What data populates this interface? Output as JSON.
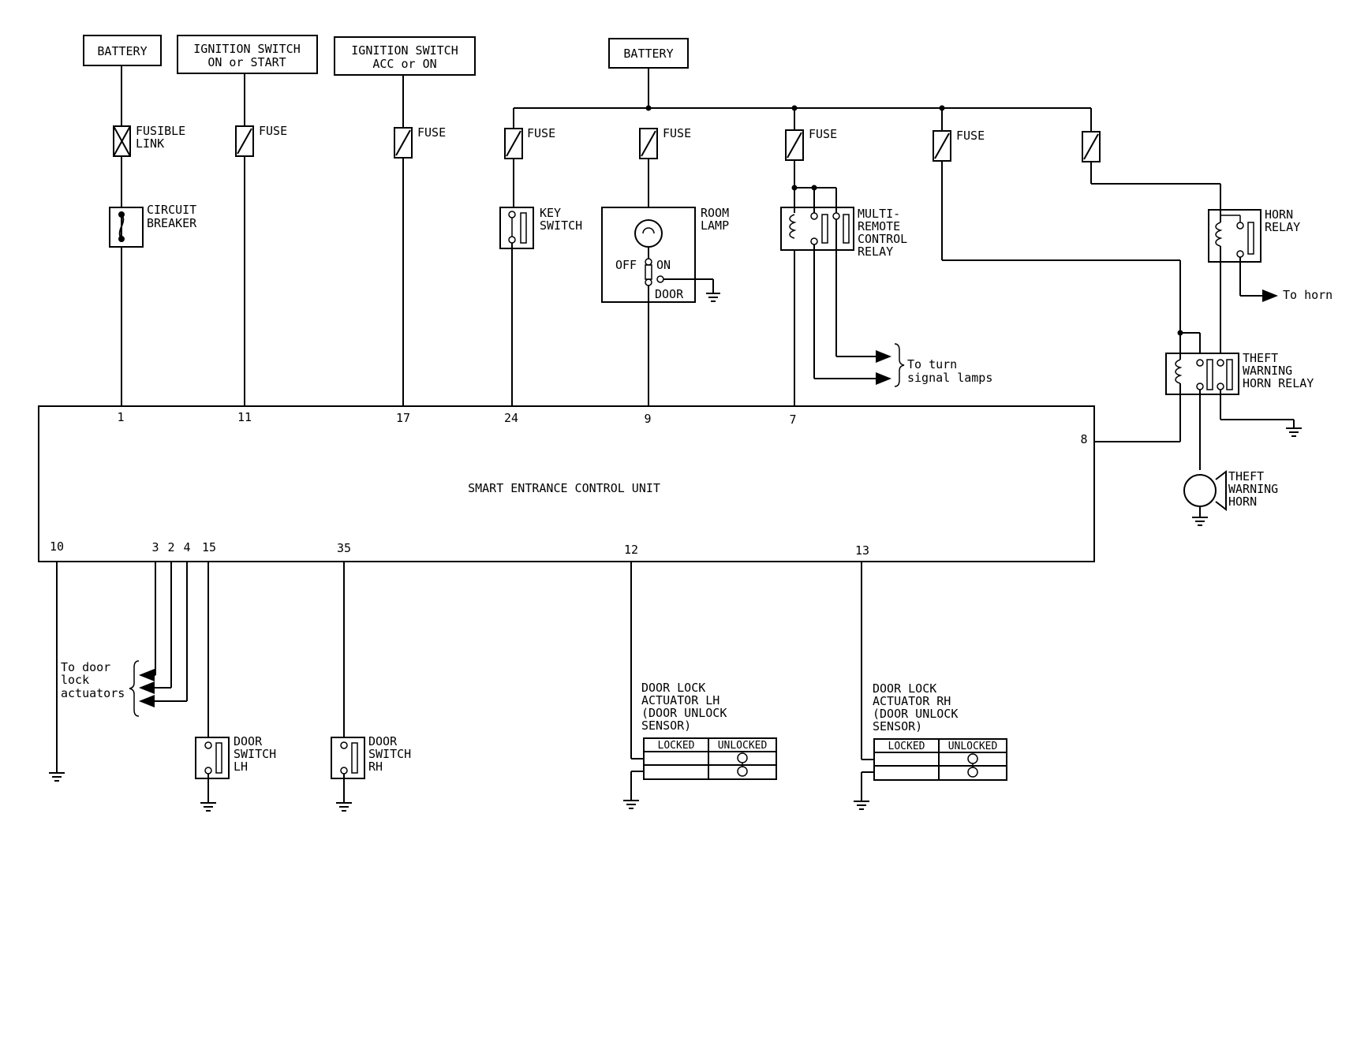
{
  "sources": {
    "battery_left": "BATTERY",
    "ign_on_start_1": "IGNITION SWITCH",
    "ign_on_start_2": "ON or START",
    "ign_acc_on_1": "IGNITION SWITCH",
    "ign_acc_on_2": "ACC or ON",
    "battery_right": "BATTERY"
  },
  "protection": {
    "fusible_link_1": "FUSIBLE",
    "fusible_link_2": "LINK",
    "circuit_breaker_1": "CIRCUIT",
    "circuit_breaker_2": "BREAKER",
    "fuse": "FUSE"
  },
  "components": {
    "key_switch_1": "KEY",
    "key_switch_2": "SWITCH",
    "room_lamp_1": "ROOM",
    "room_lamp_2": "LAMP",
    "lamp_off": "OFF",
    "lamp_on": "ON",
    "lamp_door": "DOOR",
    "mrc_relay_1": "MULTI-",
    "mrc_relay_2": "REMOTE",
    "mrc_relay_3": "CONTROL",
    "mrc_relay_4": "RELAY",
    "to_turn_1": "To turn",
    "to_turn_2": "signal lamps",
    "horn_relay_1": "HORN",
    "horn_relay_2": "RELAY",
    "to_horn": "To horn",
    "tw_relay_1": "THEFT",
    "tw_relay_2": "WARNING",
    "tw_relay_3": "HORN RELAY",
    "tw_horn_1": "THEFT",
    "tw_horn_2": "WARNING",
    "tw_horn_3": "HORN",
    "control_unit": "SMART ENTRANCE CONTROL UNIT",
    "to_door_1": "To door",
    "to_door_2": "lock",
    "to_door_3": "actuators",
    "door_sw_lh_1": "DOOR",
    "door_sw_lh_2": "SWITCH",
    "door_sw_lh_3": "LH",
    "door_sw_rh_1": "DOOR",
    "door_sw_rh_2": "SWITCH",
    "door_sw_rh_3": "RH",
    "act_lh_1": "DOOR LOCK",
    "act_lh_2": "ACTUATOR LH",
    "act_lh_3": "(DOOR UNLOCK",
    "act_lh_4": "SENSOR)",
    "act_rh_1": "DOOR LOCK",
    "act_rh_2": "ACTUATOR RH",
    "act_rh_3": "(DOOR UNLOCK",
    "act_rh_4": "SENSOR)",
    "locked": "LOCKED",
    "unlocked": "UNLOCKED"
  },
  "pins": {
    "p1": "1",
    "p11": "11",
    "p17": "17",
    "p24": "24",
    "p9": "9",
    "p7": "7",
    "p8": "8",
    "p10": "10",
    "p3": "3",
    "p2": "2",
    "p4": "4",
    "p15": "15",
    "p35": "35",
    "p12": "12",
    "p13": "13"
  }
}
